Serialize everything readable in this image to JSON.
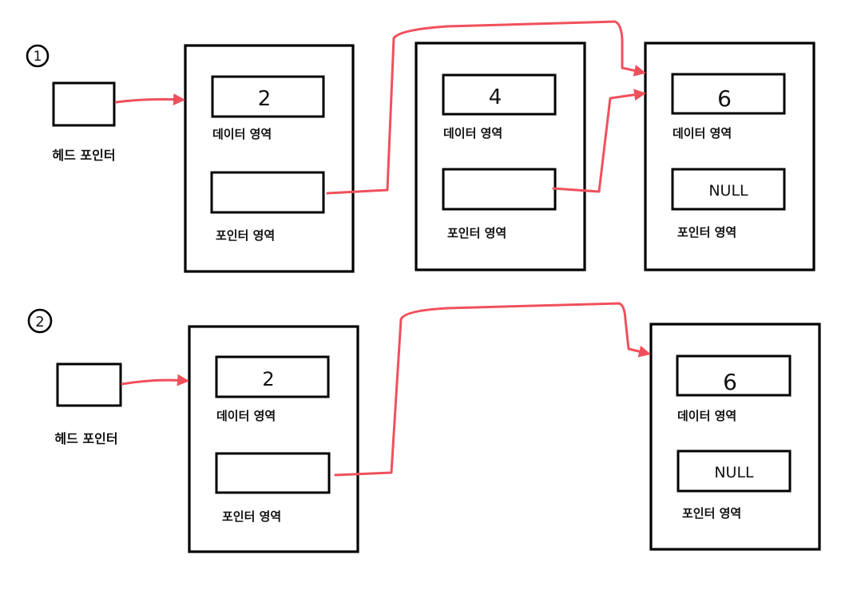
{
  "colors": {
    "arrow": "#f0505c",
    "stroke": "#000000",
    "background": "#ffffff"
  },
  "steps": [
    {
      "number": "1",
      "head_label": "헤드 포인터",
      "nodes": [
        {
          "data_value": "2",
          "data_label": "데이터 영역",
          "pointer_value": "",
          "pointer_label": "포인터 영역"
        },
        {
          "data_value": "4",
          "data_label": "데이터 영역",
          "pointer_value": "",
          "pointer_label": "포인터 영역"
        },
        {
          "data_value": "6",
          "data_label": "데이터 영역",
          "pointer_value": "NULL",
          "pointer_label": "포인터 영역"
        }
      ]
    },
    {
      "number": "2",
      "head_label": "헤드 포인터",
      "nodes": [
        {
          "data_value": "2",
          "data_label": "데이터 영역",
          "pointer_value": "",
          "pointer_label": "포인터 영역"
        },
        {
          "data_value": "6",
          "data_label": "데이터 영역",
          "pointer_value": "NULL",
          "pointer_label": "포인터 영역"
        }
      ]
    }
  ]
}
